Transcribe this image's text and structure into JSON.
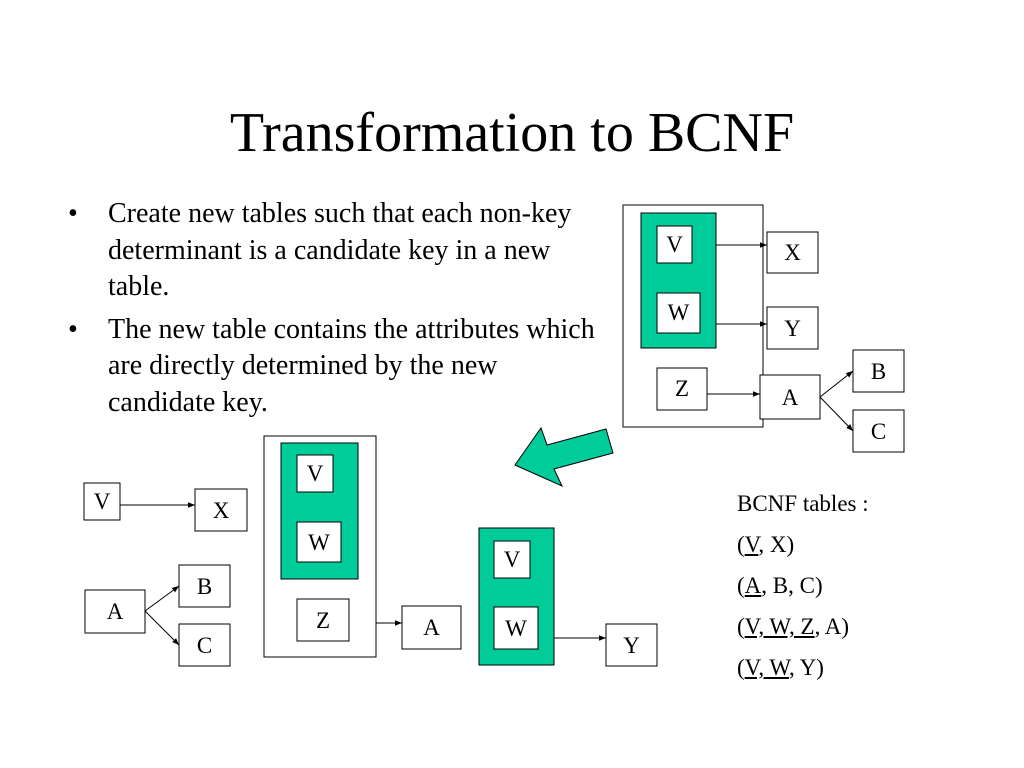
{
  "slide": {
    "title": "Transformation to BCNF",
    "bullets": [
      "Create new tables such that each non-key determinant is a candidate key in a new table.",
      "The new table contains the attributes which are directly determined by the new candidate key."
    ]
  },
  "colors": {
    "table_fill": "#00cc99",
    "arrow_fill": "#00cc99",
    "stroke": "#000000"
  },
  "original_diagram": {
    "attributes": {
      "V": "V",
      "W": "W",
      "Z": "Z",
      "X": "X",
      "Y": "Y",
      "A": "A",
      "B": "B",
      "C": "C"
    }
  },
  "result_diagram": {
    "attributes": {
      "V1": "V",
      "X1": "X",
      "A1": "A",
      "B1": "B",
      "C1": "C",
      "V2": "V",
      "W2": "W",
      "Z2": "Z",
      "A2": "A",
      "V3": "V",
      "W3": "W",
      "Y3": "Y"
    }
  },
  "bcnf_tables": {
    "label": "BCNF tables :",
    "rows": [
      {
        "open": "(",
        "key": "V",
        "rest": ", X)"
      },
      {
        "open": "(",
        "key": "A",
        "rest": ", B, C)"
      },
      {
        "open": "(",
        "key": "V, W, Z",
        "rest": ", A)"
      },
      {
        "open": "(",
        "key": "V, W",
        "rest": ", Y)"
      }
    ]
  }
}
